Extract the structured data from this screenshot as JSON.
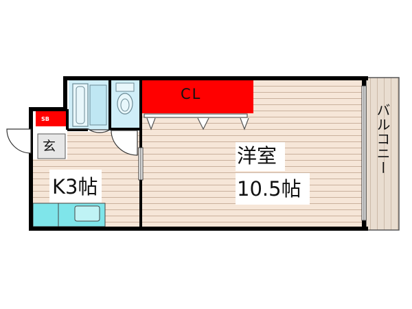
{
  "rooms": {
    "closet_label": "CL",
    "western_room_name": "洋室",
    "western_room_area": "10.5帖",
    "kitchen_label": "K3帖",
    "entrance_label": "玄",
    "shoe_box_label": "SB",
    "balcony_label": "バルコニー"
  },
  "colors": {
    "wall": "#000000",
    "floor_wood": "#f6e6d8",
    "floor_lines": "#c9b09c",
    "closet": "#ff0000",
    "wet_area": "#cfeef8",
    "kitchen_counter": "#7fe5ea",
    "balcony": "#e9ddd0"
  }
}
